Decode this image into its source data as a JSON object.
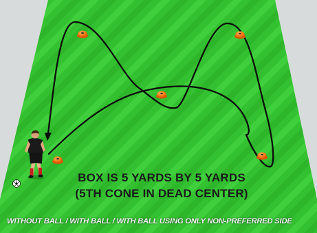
{
  "diagram": {
    "box_description_line1": "BOX IS 5 YARDS BY 5 YARDS",
    "box_description_line2": "(5TH CONE IN DEAD CENTER)",
    "caption": "WITHOUT BALL / WITH BALL / WITH BALL USING ONLY NON-PREFERRED SIDE",
    "colors": {
      "field_light": "#3fcf3c",
      "field_dark": "#2eb62b",
      "cone": "#ff7a12",
      "path_line": "#0c0c0c",
      "player_shirt": "#111111",
      "player_socks": "#c62020"
    },
    "cones": [
      "cone-top-left",
      "cone-top-right",
      "cone-center",
      "cone-bottom-left",
      "cone-bottom-right"
    ],
    "icons": [
      "player-figure",
      "soccer-ball-icon",
      "path-arrow-icon"
    ]
  }
}
